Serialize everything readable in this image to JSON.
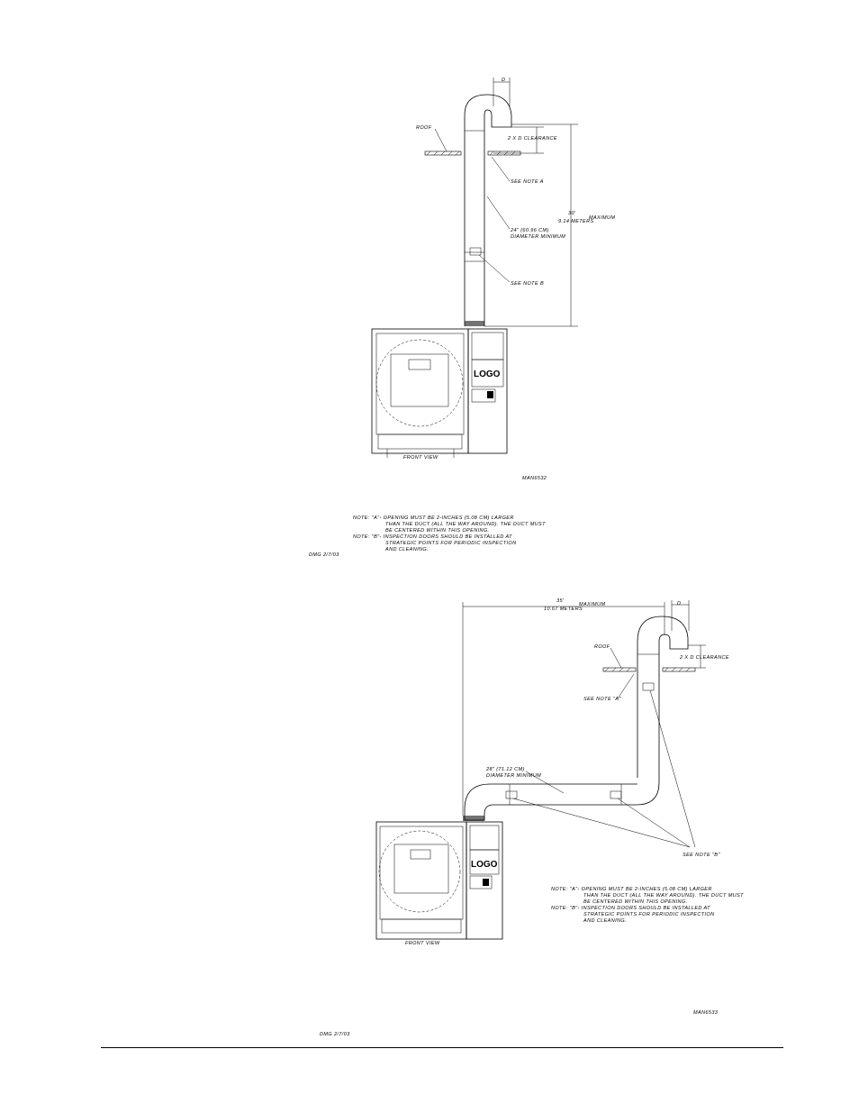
{
  "diagram1": {
    "d_label": "D",
    "clearance_label": "2 X D CLEARANCE",
    "roof_label": "ROOF",
    "see_note_a": "SEE NOTE A",
    "height_value": "30'",
    "height_meters": "9.14 METERS",
    "maximum_label": "MAXIMUM",
    "duct_diameter_line1": "24\" (60.96 CM)",
    "duct_diameter_line2": "DIAMETER MINIMUM",
    "see_note_b": "SEE NOTE B",
    "logo": "LOGO",
    "front_view": "FRONT VIEW",
    "drawing_number": "MAN6532",
    "notes": [
      "NOTE: \"A\"- OPENING MUST BE 2-INCHES (5.08 CM) LARGER",
      "THAN THE DUCT (ALL THE WAY AROUND). THE DUCT MUST",
      "BE CENTERED WITHIN THIS OPENING.",
      "NOTE: \"B\"- INSPECTION DOORS SHOULD BE INSTALLED AT",
      "STRATEGIC POINTS FOR PERIODIC INSPECTION",
      "AND CLEANING."
    ],
    "author_date": "DMG 2/7/03"
  },
  "diagram2": {
    "length_value": "35'",
    "length_meters": "10.67 METERS",
    "maximum_label": "MAXIMUM",
    "d_label": "D",
    "roof_label": "ROOF",
    "clearance_label": "2 X D CLEARANCE",
    "see_note_a": "SEE NOTE \"A\"",
    "duct_diameter_line1": "28\" (71.12 CM)",
    "duct_diameter_line2": "DIAMETER MINIMUM",
    "see_note_b": "SEE NOTE \"B\"",
    "logo": "LOGO",
    "front_view": "FRONT VIEW",
    "notes": [
      "NOTE: \"A\"- OPENING MUST BE 2-INCHES (5.08 CM) LARGER",
      "THAN THE DUCT (ALL THE WAY AROUND). THE DUCT MUST",
      "BE CENTERED WITHIN THIS OPENING.",
      "NOTE: \"B\"- INSPECTION DOORS SHOULD BE INSTALLED AT",
      "STRATEGIC POINTS FOR PERIODIC INSPECTION",
      "AND CLEANING."
    ],
    "drawing_number": "MAN6533",
    "author_date": "DMG 2/7/03"
  }
}
